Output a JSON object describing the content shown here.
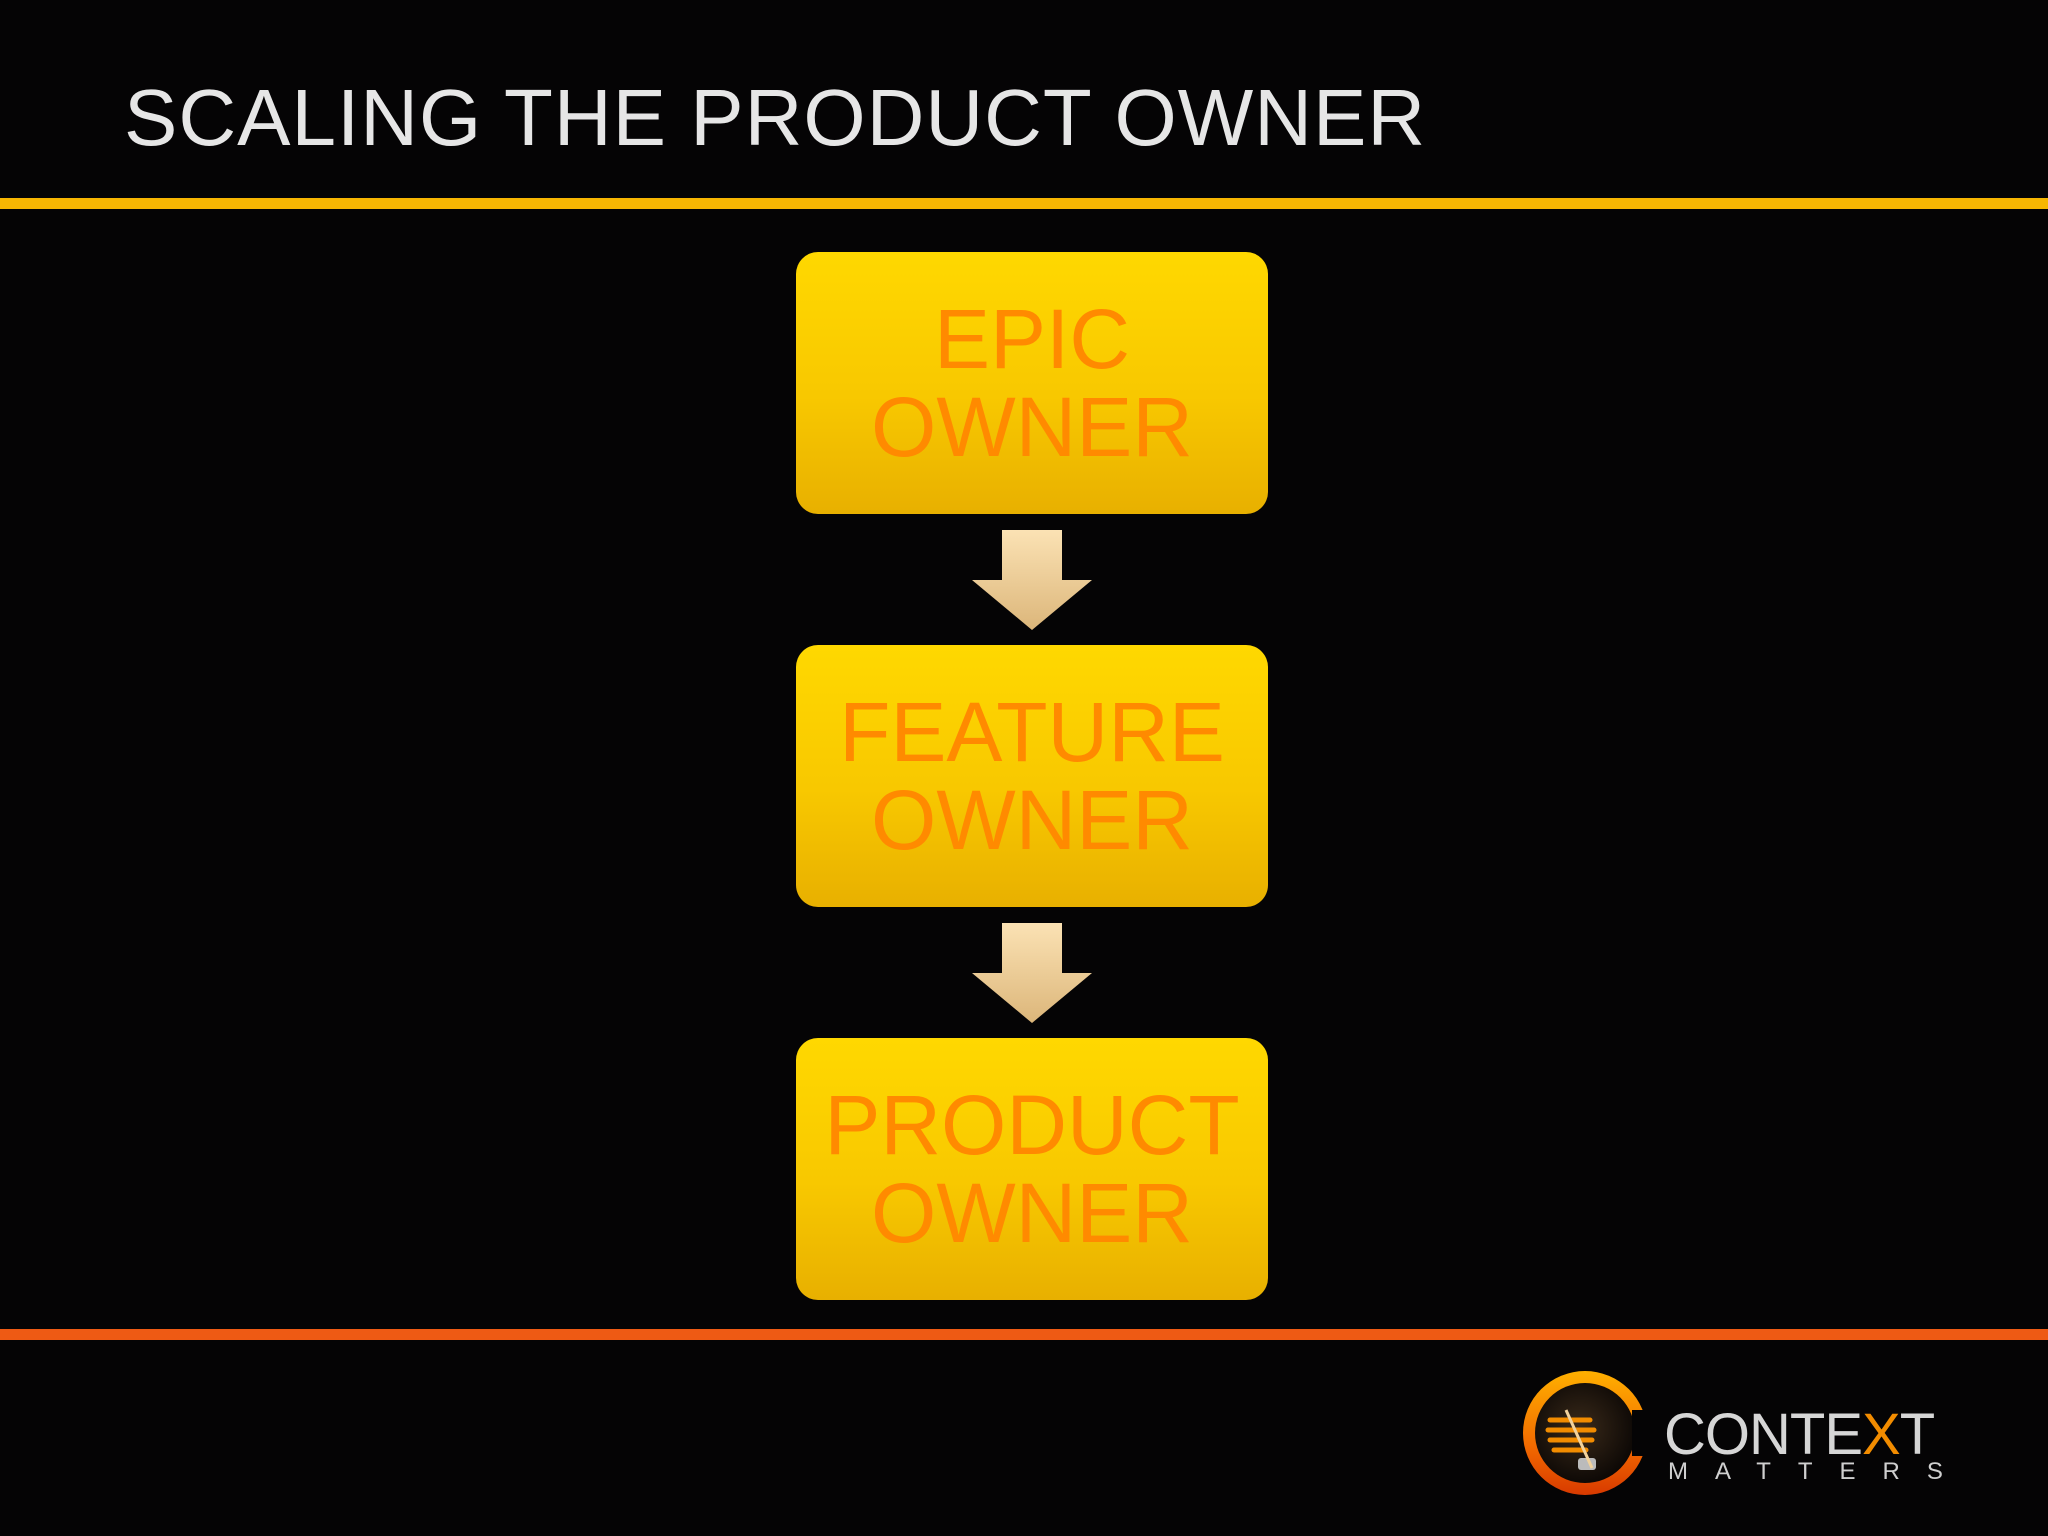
{
  "title": "SCALING THE PRODUCT OWNER",
  "flow": {
    "boxes": [
      {
        "line1": "EPIC",
        "line2": "OWNER"
      },
      {
        "line1": "FEATURE",
        "line2": "OWNER"
      },
      {
        "line1": "PRODUCT",
        "line2": "OWNER"
      }
    ]
  },
  "logo": {
    "word_part1": "CONTE",
    "word_x": "X",
    "word_part2": "T",
    "sub": "MATTERS"
  },
  "colors": {
    "background": "#050405",
    "title_text": "#e6e6e6",
    "top_rule": "#f7b602",
    "bottom_rule": "#ee5a14",
    "box_fill": "#ffd000",
    "box_text": "#ff8a00",
    "arrow_fill": "#f2d29c",
    "logo_accent": "#f28c00"
  },
  "icons": {
    "arrow": "down-arrow-icon",
    "logo": "context-matters-logo-icon"
  }
}
